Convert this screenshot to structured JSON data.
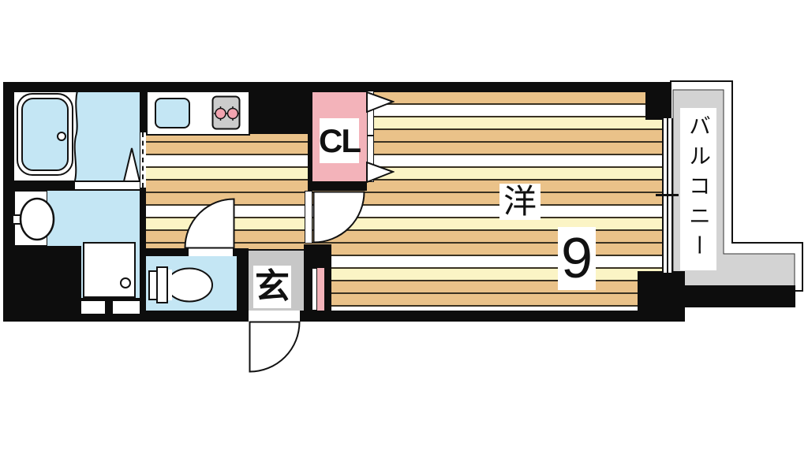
{
  "floorplan": {
    "type": "apartment-floor-plan",
    "labels": {
      "main_room": "洋",
      "main_room_size": "9",
      "closet": "CL",
      "entrance": "玄",
      "balcony": "バルコニー"
    },
    "fixtures": [
      "bathtub-icon",
      "washbasin-icon",
      "washing-machine-pan-icon",
      "toilet-icon",
      "kitchen-sink-icon",
      "two-burner-stove-icon",
      "bifold-door-icon",
      "swing-door-icon",
      "sliding-window-icon"
    ],
    "colors": {
      "wall": "#0d0d0d",
      "water_blue": "#c4e6f4",
      "closet_pink": "#f3b3ba",
      "burner_pink": "#f2a4b0",
      "entrance_gray": "#c7c7c7",
      "balcony_gray": "#d3d3d3",
      "stove_gray": "#cccccc",
      "floor_tan": "#eac289",
      "floor_cream": "#fbf4c5",
      "stripe_line": "#3a3222"
    }
  }
}
